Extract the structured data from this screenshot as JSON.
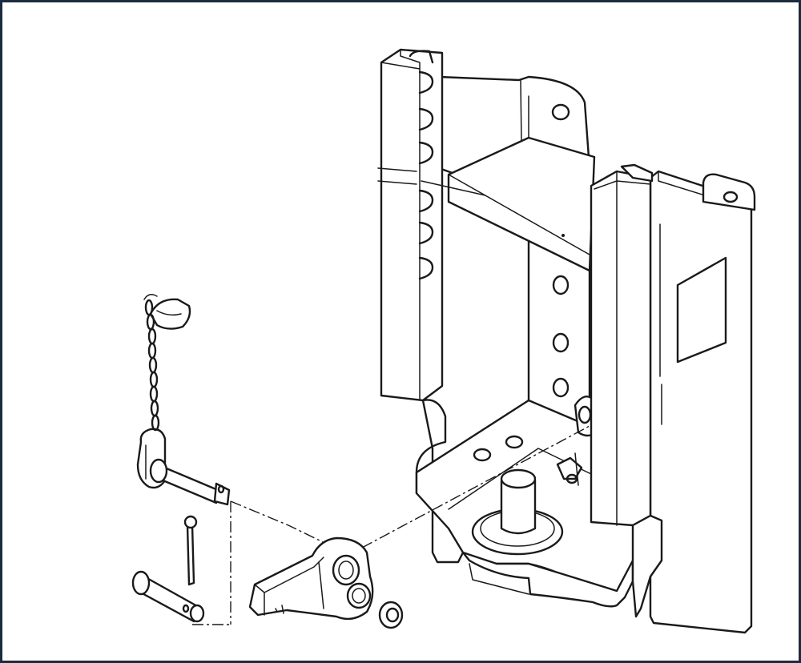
{
  "figure": {
    "background": "#ffffff",
    "line_color": "#1a1a1a",
    "frame_color": "#1c2b3d",
    "parts": [
      "pickup-hitch-frame",
      "hook-latch",
      "hitch-pin-with-chain",
      "clevis-pin",
      "cotter-pin",
      "washer",
      "label-plate"
    ]
  }
}
